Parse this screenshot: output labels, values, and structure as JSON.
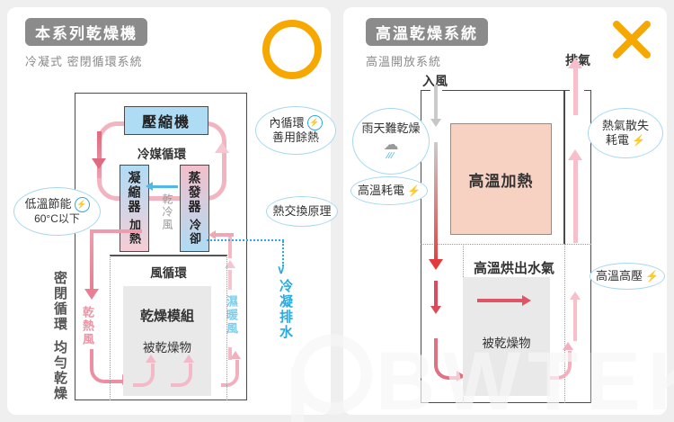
{
  "left": {
    "title": "本系列乾燥機",
    "subtitle": "冷凝式 密閉循環系統",
    "compressor": "壓縮機",
    "refrigerant_cycle": "冷媒循環",
    "condenser": "凝縮器",
    "condenser_role": "加熱",
    "evaporator": "蒸發器",
    "evaporator_role": "冷卻",
    "dry_cold_air": "乾冷風",
    "air_cycle": "風循環",
    "drying_module": "乾燥模組",
    "dried_object": "被乾燥物",
    "dry_hot_air": "乾熱風",
    "wet_warm_air": "濕暖風",
    "condensate_drain": "冷凝排水",
    "note_line1": "密閉循環",
    "note_line2": "均勻乾燥",
    "bubbles": {
      "inner_loop_1": "內循環",
      "inner_loop_2": "善用餘熱",
      "low_temp_1": "低溫節能",
      "low_temp_2": "60°C以下",
      "heat_exchange": "熱交換原理"
    }
  },
  "right": {
    "title": "高溫乾燥系統",
    "subtitle": "高溫開放系統",
    "air_in": "入風",
    "exhaust": "排氣",
    "heating": "高溫加熱",
    "steam_out": "高溫烘出水氣",
    "dried_object": "被乾燥物",
    "bubbles": {
      "rain": "雨天難乾燥",
      "power": "高溫耗電",
      "heat_loss_1": "熱氣散失",
      "heat_loss_2": "耗電",
      "high_pressure": "高溫高壓"
    }
  },
  "icons": {
    "energy": "⚡",
    "cloud": "☁",
    "rain_drops": "∕∕∕",
    "drain_v": "∨"
  },
  "colors": {
    "accent_orange": "#F7A800",
    "blue": "#29ABE2",
    "pink_dark": "#E0697E",
    "pink_light": "#F6C3CE",
    "red": "#E83838",
    "badge_gray": "#8B8B8B"
  },
  "watermark": "BWTEK"
}
